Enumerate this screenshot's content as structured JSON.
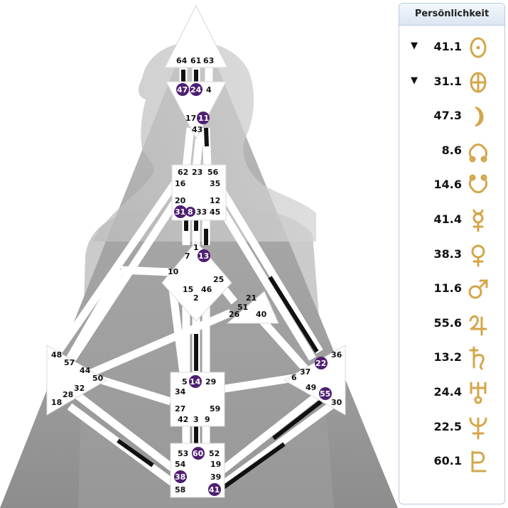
{
  "panel": {
    "title": "Persönlichkeit",
    "rows": [
      {
        "arrow": "▼",
        "value": "41.1",
        "planet": "sun-icon"
      },
      {
        "arrow": "▼",
        "value": "31.1",
        "planet": "earth-icon"
      },
      {
        "arrow": "",
        "value": "47.3",
        "planet": "moon-icon"
      },
      {
        "arrow": "",
        "value": "8.6",
        "planet": "north-node-icon"
      },
      {
        "arrow": "",
        "value": "14.6",
        "planet": "south-node-icon"
      },
      {
        "arrow": "",
        "value": "41.4",
        "planet": "mercury-icon"
      },
      {
        "arrow": "",
        "value": "38.3",
        "planet": "venus-icon"
      },
      {
        "arrow": "",
        "value": "11.6",
        "planet": "mars-icon"
      },
      {
        "arrow": "",
        "value": "55.6",
        "planet": "jupiter-icon"
      },
      {
        "arrow": "",
        "value": "13.2",
        "planet": "saturn-icon"
      },
      {
        "arrow": "",
        "value": "24.4",
        "planet": "uranus-icon"
      },
      {
        "arrow": "",
        "value": "22.5",
        "planet": "neptune-icon"
      },
      {
        "arrow": "",
        "value": "60.1",
        "planet": "pluto-icon"
      }
    ]
  },
  "colors": {
    "activated": "#4e1f72",
    "channel": "#ffffff",
    "active_line": "#111111",
    "background_shape": "#a8a8a8",
    "glyph_gold": "#d4a64a"
  },
  "gates": {
    "head": {
      "g64": "64",
      "g61": "61",
      "g63": "63"
    },
    "ajna": {
      "g47": "47",
      "g24": "24",
      "g4": "4",
      "g17": "17",
      "g11": "11",
      "g43": "43"
    },
    "throat": {
      "g62": "62",
      "g23": "23",
      "g56": "56",
      "g16": "16",
      "g35": "35",
      "g20": "20",
      "g12": "12",
      "g31": "31",
      "g8": "8",
      "g33": "33",
      "g45": "45"
    },
    "g_center": {
      "g1": "1",
      "g7": "7",
      "g13": "13",
      "g10": "10",
      "g25": "25",
      "g15": "15",
      "g46": "46",
      "g2": "2"
    },
    "ego": {
      "g21": "21",
      "g51": "51",
      "g26": "26",
      "g40": "40"
    },
    "spleen": {
      "g48": "48",
      "g57": "57",
      "g44": "44",
      "g50": "50",
      "g32": "32",
      "g28": "28",
      "g18": "18"
    },
    "sacral": {
      "g5": "5",
      "g14": "14",
      "g29": "29",
      "g34": "34",
      "g27": "27",
      "g59": "59",
      "g42": "42",
      "g3": "3",
      "g9": "9"
    },
    "solar_plexus": {
      "g36": "36",
      "g22": "22",
      "g37": "37",
      "g6": "6",
      "g49": "49",
      "g55": "55",
      "g30": "30"
    },
    "root": {
      "g53": "53",
      "g60": "60",
      "g52": "52",
      "g54": "54",
      "g19": "19",
      "g38": "38",
      "g39": "39",
      "g58": "58",
      "g41": "41"
    }
  }
}
